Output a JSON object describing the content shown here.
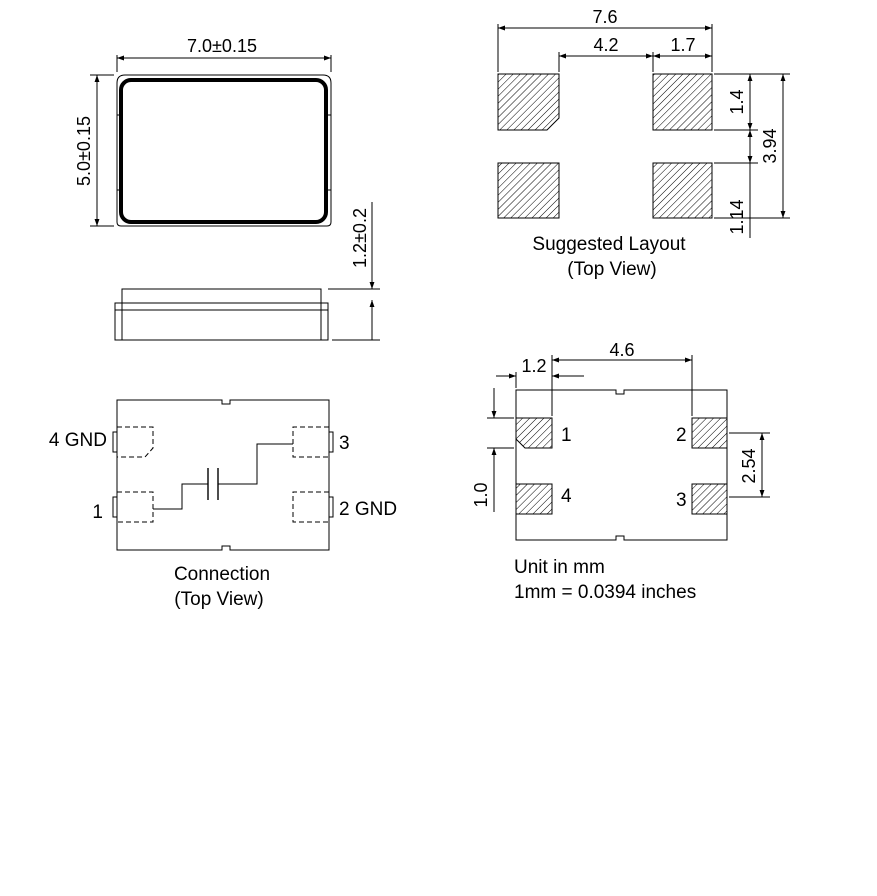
{
  "package_top": {
    "width_label": "7.0±0.15",
    "height_label": "5.0±0.15"
  },
  "package_side": {
    "thickness_label": "1.2±0.2"
  },
  "connection": {
    "pin4_label": "4 GND",
    "pin3_label": "3",
    "pin1_label": "1",
    "pin2_label": "2 GND",
    "caption_line1": "Connection",
    "caption_line2": "(Top View)"
  },
  "suggested_layout": {
    "overall_width": "7.6",
    "inner_gap": "4.2",
    "pad_width": "1.7",
    "pad_height": "1.4",
    "overall_height": "3.94",
    "pad_gap": "1.14",
    "caption_line1": "Suggested  Layout",
    "caption_line2": "(Top View)"
  },
  "bottom_view": {
    "pad_offset": "1.2",
    "pad_pitch_x": "4.6",
    "pad_pitch_y": "2.54",
    "pad_size": "1.0",
    "pin1": "1",
    "pin2": "2",
    "pin3": "3",
    "pin4": "4"
  },
  "units": {
    "line1": "Unit in mm",
    "line2": "1mm = 0.0394 inches"
  }
}
